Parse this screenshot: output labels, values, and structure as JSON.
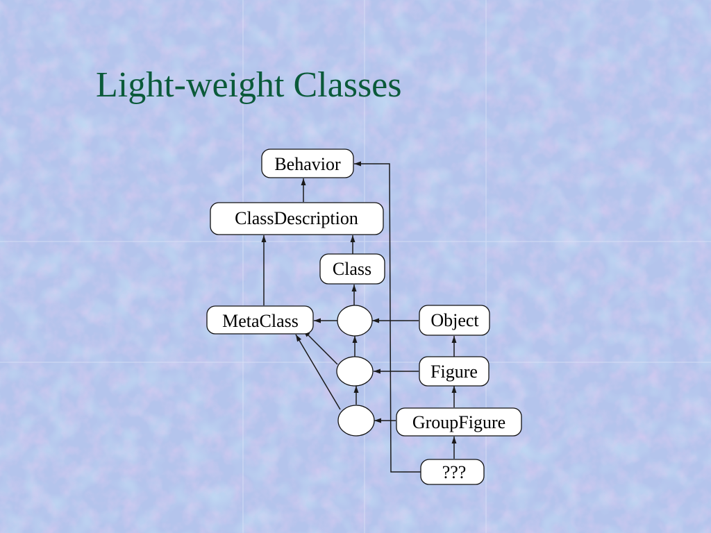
{
  "slide": {
    "title": "Light-weight Classes"
  },
  "diagram": {
    "nodes": [
      {
        "id": "behavior",
        "label": "Behavior"
      },
      {
        "id": "classdescription",
        "label": "ClassDescription"
      },
      {
        "id": "class",
        "label": "Class"
      },
      {
        "id": "metaclass",
        "label": "MetaClass"
      },
      {
        "id": "object",
        "label": "Object"
      },
      {
        "id": "figure",
        "label": "Figure"
      },
      {
        "id": "groupfigure",
        "label": "GroupFigure"
      },
      {
        "id": "unknown",
        "label": "???"
      },
      {
        "id": "meta-object",
        "label": ""
      },
      {
        "id": "meta-figure",
        "label": ""
      },
      {
        "id": "meta-groupfigure",
        "label": ""
      }
    ],
    "edges": [
      {
        "from": "classdescription",
        "to": "behavior"
      },
      {
        "from": "class",
        "to": "classdescription"
      },
      {
        "from": "metaclass",
        "to": "classdescription"
      },
      {
        "from": "meta-object",
        "to": "class"
      },
      {
        "from": "meta-object",
        "to": "metaclass"
      },
      {
        "from": "meta-figure",
        "to": "meta-object"
      },
      {
        "from": "meta-figure",
        "to": "metaclass"
      },
      {
        "from": "meta-groupfigure",
        "to": "meta-figure"
      },
      {
        "from": "meta-groupfigure",
        "to": "metaclass"
      },
      {
        "from": "object",
        "to": "meta-object"
      },
      {
        "from": "figure",
        "to": "object"
      },
      {
        "from": "figure",
        "to": "meta-figure"
      },
      {
        "from": "groupfigure",
        "to": "figure"
      },
      {
        "from": "groupfigure",
        "to": "meta-groupfigure"
      },
      {
        "from": "unknown",
        "to": "groupfigure"
      },
      {
        "from": "unknown",
        "to": "behavior"
      }
    ]
  },
  "colors": {
    "background": "#b4c4ec",
    "title": "#0b5a3a",
    "node_fill": "#ffffff",
    "stroke": "#1a1a1a"
  }
}
